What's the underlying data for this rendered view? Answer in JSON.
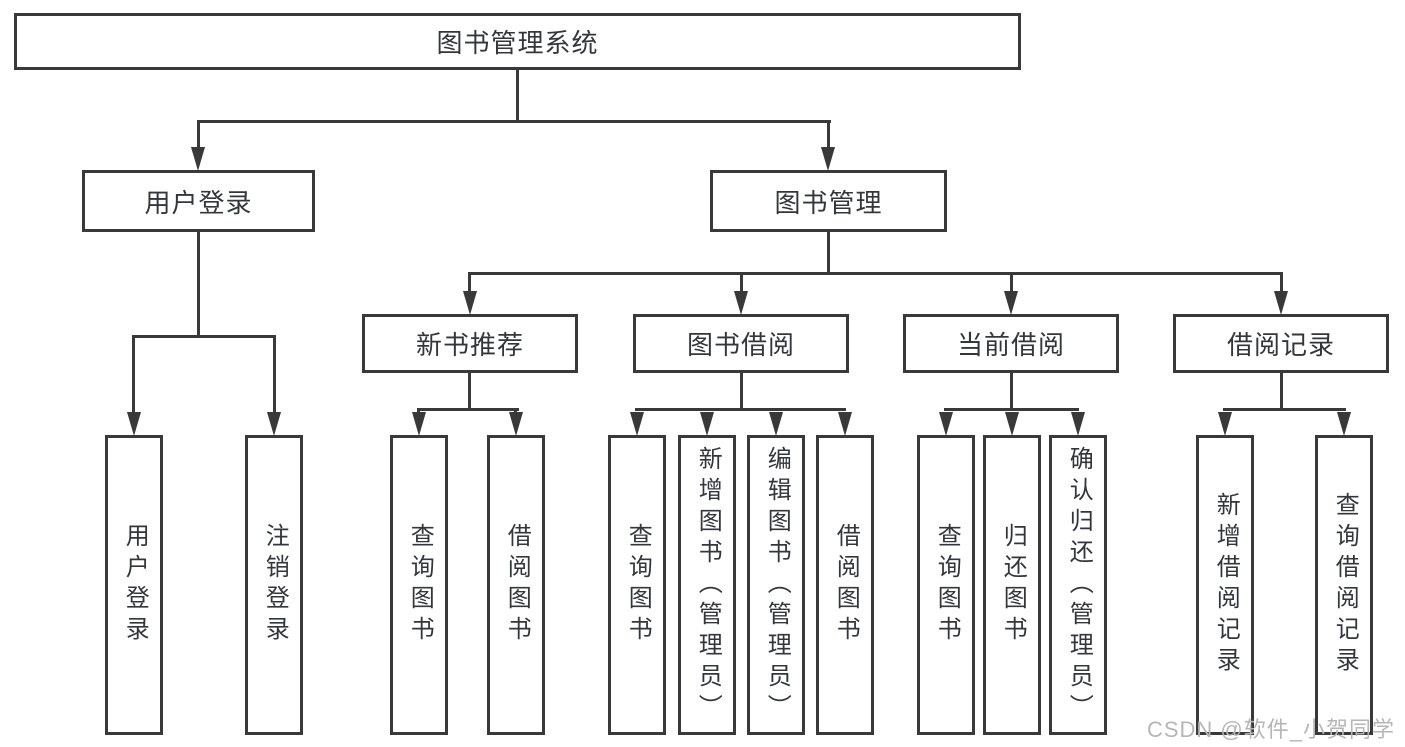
{
  "diagram": {
    "root": "图书管理系统",
    "branches": [
      {
        "label": "用户登录",
        "children": [
          "用户登录",
          "注销登录"
        ]
      },
      {
        "label": "图书管理",
        "groups": [
          {
            "label": "新书推荐",
            "children": [
              "查询图书",
              "借阅图书"
            ]
          },
          {
            "label": "图书借阅",
            "children": [
              "查询图书",
              "新增图书（管理员）",
              "编辑图书（管理员）",
              "借阅图书"
            ]
          },
          {
            "label": "当前借阅",
            "children": [
              "查询图书",
              "归还图书",
              "确认归还（管理员）"
            ]
          },
          {
            "label": "借阅记录",
            "children": [
              "新增借阅记录",
              "查询借阅记录"
            ]
          }
        ]
      }
    ]
  },
  "watermark": "CSDN @软件_小贺同学",
  "colors": {
    "line": "#393939",
    "text": "#33373c",
    "background": "#ffffff",
    "watermark": "#b6b6b6"
  }
}
